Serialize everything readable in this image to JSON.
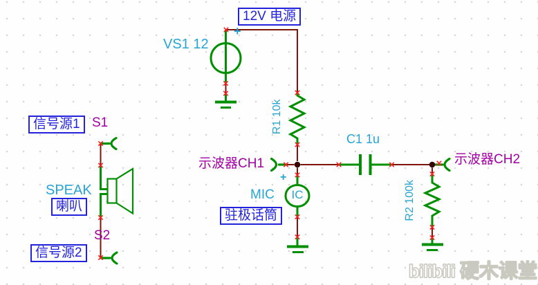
{
  "colors": {
    "wire": "#7c1507",
    "component": "#008f00",
    "value_label": "#26a4d4",
    "net_label": "#a300a3",
    "box": "#2222dd",
    "pin": "#ff1a1a",
    "junction": "#380400",
    "grid_dot": "#d8d2d2",
    "background": "#fefefe",
    "watermark_outline": "#cac9c0"
  },
  "schematic": {
    "power": {
      "box_label": "12V 电源",
      "source_label": "VS1 12",
      "polarity": "+"
    },
    "r1": {
      "label": "R1 10k"
    },
    "c1": {
      "label": "C1 1u"
    },
    "r2": {
      "label": "R2 100k"
    },
    "mic": {
      "label": "MIC",
      "symbol_text": "IC",
      "polarity": "+",
      "box_label": "驻极话筒"
    },
    "speaker": {
      "label": "SPEAK",
      "box_label": "喇叭"
    },
    "probe_ch1": {
      "label": "示波器CH1"
    },
    "probe_ch2": {
      "label": "示波器CH2"
    },
    "s1": {
      "label": "S1",
      "box_label": "信号源1"
    },
    "s2": {
      "label": "S2",
      "box_label": "信号源2"
    }
  },
  "watermark": {
    "logo": "bilibili",
    "brand": "硬木课堂"
  }
}
